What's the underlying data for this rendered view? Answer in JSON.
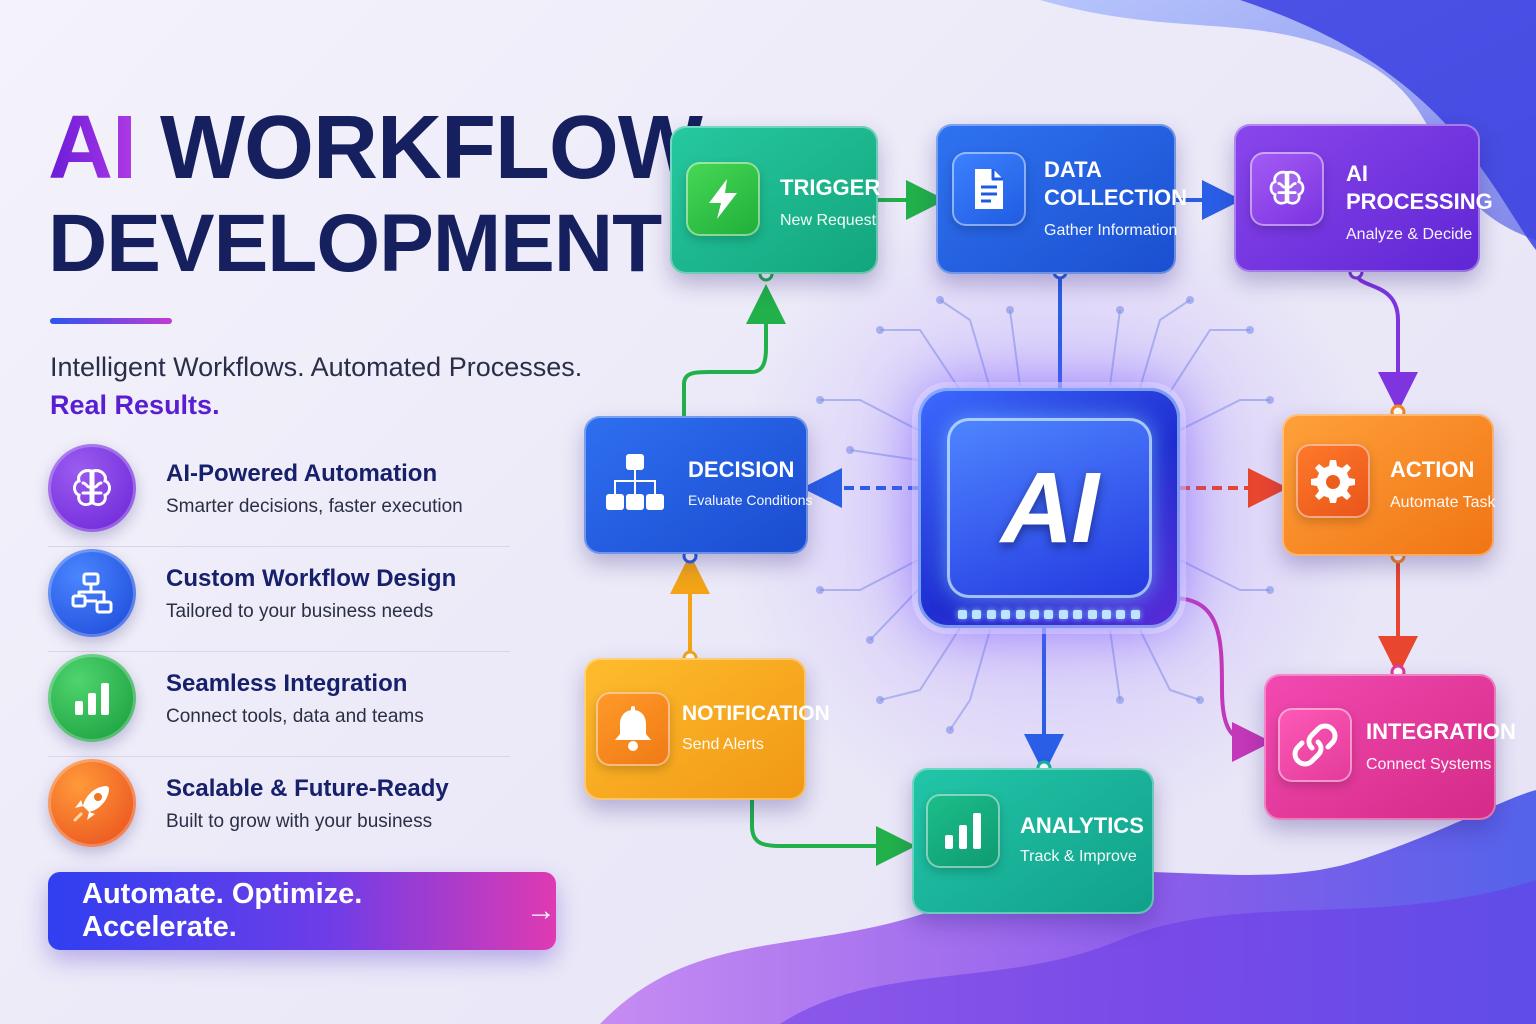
{
  "headline": {
    "ai": "AI",
    "line1_rest": "WORKFLOW",
    "line2": "DEVELOPMENT"
  },
  "tagline": {
    "line1": "Intelligent Workflows. Automated Processes.",
    "line2": "Real Results."
  },
  "features": [
    {
      "title": "AI-Powered Automation",
      "subtitle": "Smarter decisions, faster execution",
      "icon": "brain-icon",
      "color": "#7a2fe0"
    },
    {
      "title": "Custom Workflow Design",
      "subtitle": "Tailored to your business needs",
      "icon": "flowchart-icon",
      "color": "#1f56e6"
    },
    {
      "title": "Seamless Integration",
      "subtitle": "Connect tools, data and teams",
      "icon": "bar-chart-icon",
      "color": "#1fae46"
    },
    {
      "title": "Scalable & Future-Ready",
      "subtitle": "Built to grow with your business",
      "icon": "rocket-icon",
      "color": "#f06a1a"
    }
  ],
  "cta": {
    "label": "Automate. Optimize. Accelerate.",
    "arrow": "→"
  },
  "hub": {
    "label": "AI"
  },
  "nodes": {
    "trigger": {
      "title": "TRIGGER",
      "subtitle": "New Request",
      "icon": "lightning-icon",
      "color": "#17b78a"
    },
    "data_collection": {
      "title_line1": "DATA",
      "title_line2": "COLLECTION",
      "subtitle": "Gather Information",
      "icon": "document-icon",
      "color": "#1f5fe0"
    },
    "ai_processing": {
      "title_line1": "AI",
      "title_line2": "PROCESSING",
      "subtitle": "Analyze & Decide",
      "icon": "brain-icon",
      "color": "#7a34e4"
    },
    "decision": {
      "title": "DECISION",
      "subtitle": "Evaluate Conditions",
      "icon": "hierarchy-icon",
      "color": "#1f5fe0"
    },
    "action": {
      "title": "ACTION",
      "subtitle": "Automate Task",
      "icon": "gear-icon",
      "color": "#f5881a"
    },
    "notification": {
      "title": "NOTIFICATION",
      "subtitle": "Send Alerts",
      "icon": "bell-icon",
      "color": "#f2a416"
    },
    "analytics": {
      "title": "ANALYTICS",
      "subtitle": "Track & Improve",
      "icon": "bar-chart-icon",
      "color": "#16b49a"
    },
    "integration": {
      "title": "INTEGRATION",
      "subtitle": "Connect Systems",
      "icon": "link-icon",
      "color": "#e23a9a"
    }
  }
}
